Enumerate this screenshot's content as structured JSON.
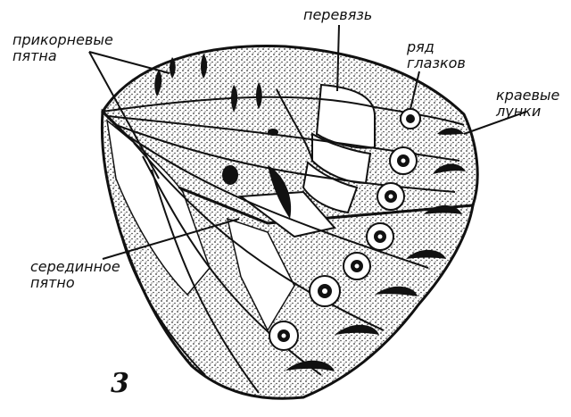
{
  "labels": {
    "basal_spots": [
      "прикорневые",
      "пятна"
    ],
    "band": "перевязь",
    "eyespot_row": [
      "ряд",
      "глазков"
    ],
    "marginal_dots": [
      "краевые",
      "лунки"
    ],
    "discal_spot": [
      "серединное",
      "пятно"
    ]
  },
  "figure_number": "3",
  "colors": {
    "ink": "#111111",
    "stipple": "#7a7a7a",
    "paper": "#ffffff"
  }
}
